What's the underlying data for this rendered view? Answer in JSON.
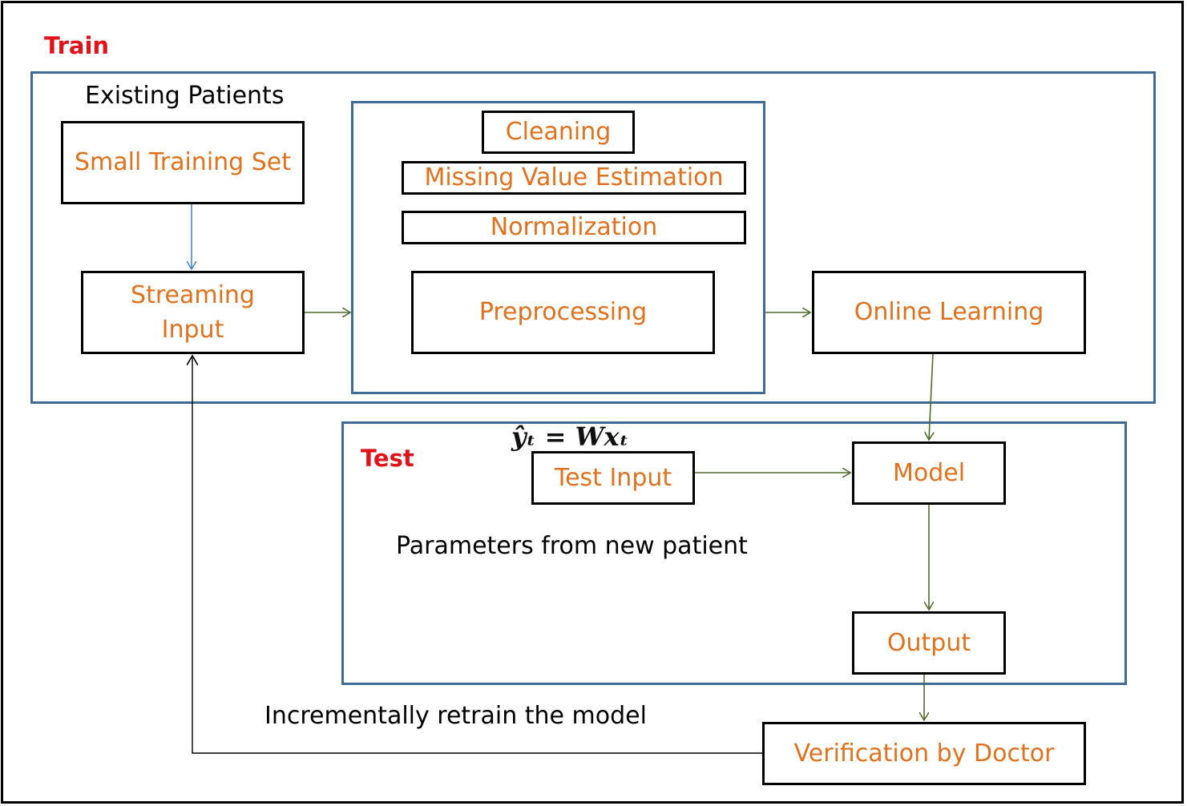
{
  "train": {
    "label": "Train",
    "existing_patients": "Existing Patients",
    "small_training_set": "Small Training Set",
    "streaming_input": "Streaming\nInput",
    "cleaning": "Cleaning",
    "missing_value_estimation": "Missing Value Estimation",
    "normalization": "Normalization",
    "preprocessing": "Preprocessing",
    "online_learning": "Online Learning"
  },
  "test": {
    "label": "Test",
    "formula": "ŷₜ = Wxₜ",
    "test_input": "Test Input",
    "model": "Model",
    "parameters_note": "Parameters from new patient",
    "output": "Output"
  },
  "feedback": {
    "retrain_note": "Incrementally retrain the model",
    "verification": "Verification by Doctor"
  },
  "colors": {
    "box_text": "#e0711e",
    "region_border": "#3f6b96",
    "section_label": "#e0131a",
    "arrow_green": "#4e6b2e",
    "arrow_blue": "#4a86c5"
  }
}
